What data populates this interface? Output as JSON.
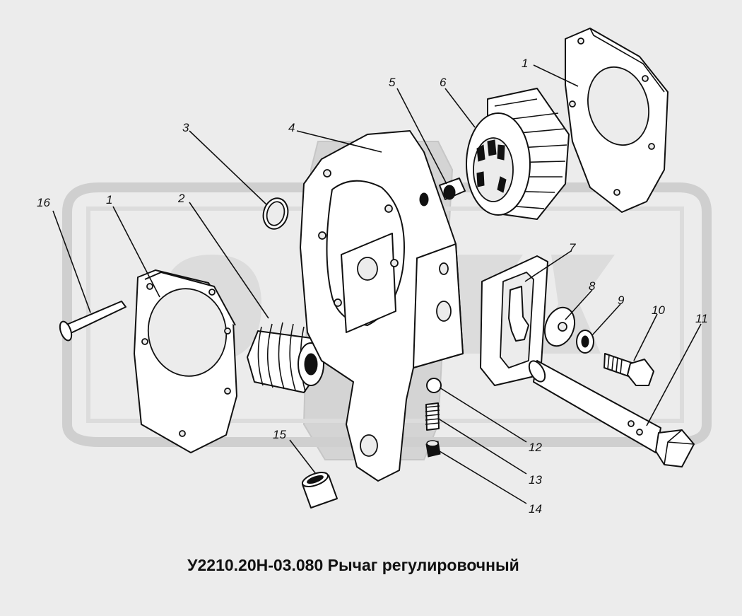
{
  "caption": "У2210.20Н-03.080 Рычаг регулировочный",
  "callouts": [
    {
      "id": "c1a",
      "label": "1"
    },
    {
      "id": "c1b",
      "label": "1"
    },
    {
      "id": "c2",
      "label": "2"
    },
    {
      "id": "c3",
      "label": "3"
    },
    {
      "id": "c4",
      "label": "4"
    },
    {
      "id": "c5",
      "label": "5"
    },
    {
      "id": "c6",
      "label": "6"
    },
    {
      "id": "c7",
      "label": "7"
    },
    {
      "id": "c8",
      "label": "8"
    },
    {
      "id": "c9",
      "label": "9"
    },
    {
      "id": "c10",
      "label": "10"
    },
    {
      "id": "c11",
      "label": "11"
    },
    {
      "id": "c12",
      "label": "12"
    },
    {
      "id": "c13",
      "label": "13"
    },
    {
      "id": "c14",
      "label": "14"
    },
    {
      "id": "c15",
      "label": "15"
    },
    {
      "id": "c16",
      "label": "16"
    }
  ],
  "colors": {
    "background": "#ececec",
    "watermark": "#d4d4d4",
    "line": "#111111",
    "part_fill": "#ffffff"
  }
}
